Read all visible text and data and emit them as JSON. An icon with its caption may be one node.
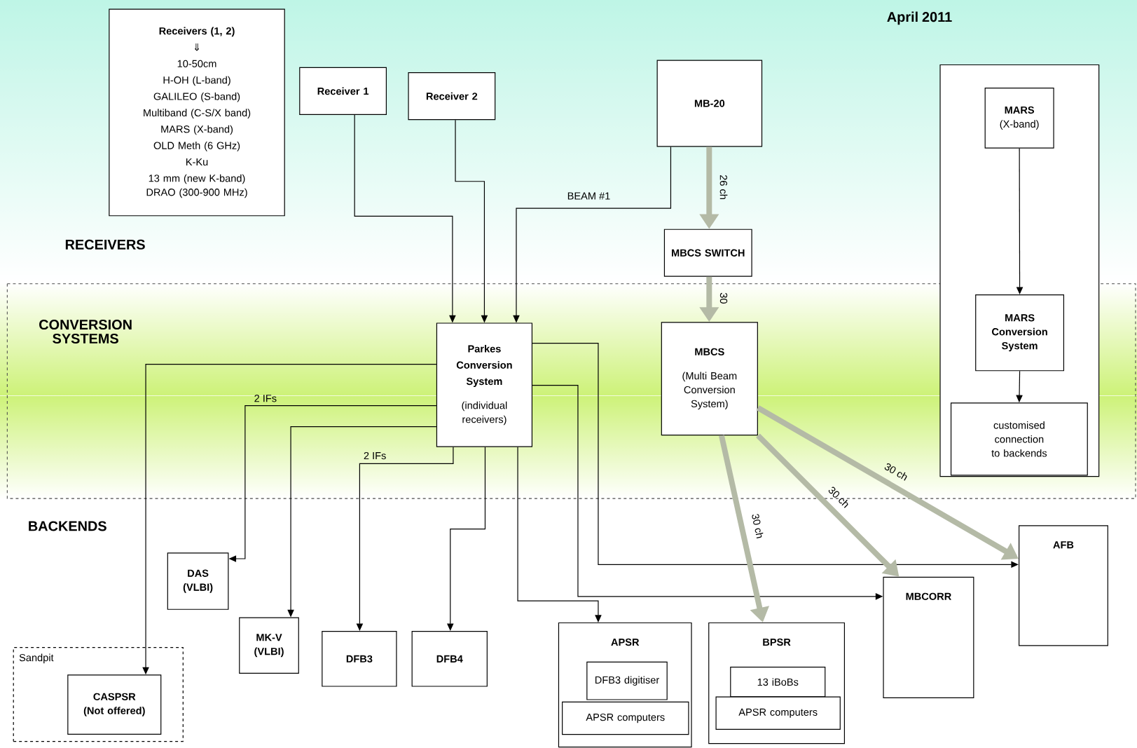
{
  "diagram": {
    "nodes": [
      {
        "text": [
          "Receivers (1, 2)",
          "⇓",
          "10-50cm",
          "H-OH (L-band)",
          "GALILEO (S-band)",
          "Multiband (C-S/X band)",
          "MARS (X-band)",
          "OLD Meth (6 GHz)",
          "K-Ku",
          "13 mm (new K-band)",
          "DRAO (300-900 MHz)"
        ]
      },
      {
        "text": [
          "Receiver 1"
        ]
      },
      {
        "text": [
          "Receiver 2"
        ]
      },
      {
        "text": [
          "MB-20"
        ]
      },
      {
        "text": [],
        "shape": "box"
      },
      {
        "text": [
          "MARS",
          "(X-band)"
        ],
        "in": 4
      },
      {
        "text": [
          "MBCS SWITCH"
        ]
      },
      {
        "text": [
          "Parkes Conversion System",
          "(individual receivers)"
        ]
      },
      {
        "text": [
          "MBCS",
          "(Multi Beam Conversion System)"
        ]
      },
      {
        "text": [
          "MARS Conversion System"
        ],
        "in": 4
      },
      {
        "text": [
          "customised connection to backends"
        ],
        "in": 4
      },
      {
        "text": [
          "DAS (VLBI)"
        ]
      },
      {
        "text": [
          "AFB"
        ]
      },
      {
        "text": [
          "MBCORR"
        ]
      },
      {
        "text": [
          "MK-V (VLBI)"
        ]
      },
      {
        "text": [
          "Sandpit"
        ]
      },
      {
        "text": [
          "CASPSR (Not offered)"
        ],
        "in": 15
      },
      {
        "text": [
          "DFB3"
        ]
      },
      {
        "text": [
          "DFB4"
        ]
      },
      {
        "text": [
          "APSR"
        ]
      },
      {
        "text": [
          "DFB3 digitiser"
        ],
        "in": 19
      },
      {
        "text": [
          "APSR computers"
        ],
        "in": 19
      },
      {
        "text": [
          "BPSR"
        ]
      },
      {
        "text": [
          "13 iBoBs"
        ],
        "in": 22
      },
      {
        "text": [
          "APSR computers"
        ],
        "in": 22
      }
    ],
    "edges": [
      {
        "from": 1,
        "to": 7,
        "arrow": "to"
      },
      {
        "from": 2,
        "to": 7,
        "arrow": "to"
      },
      {
        "from": 3,
        "to": 7,
        "arrow": "to",
        "label": "BEAM #1"
      },
      {
        "from": 3,
        "to": 6,
        "arrow": "to",
        "label": "26 ch",
        "style": "thick",
        "color": "#b4baa6"
      },
      {
        "from": 6,
        "to": 8,
        "arrow": "to",
        "label": "30",
        "style": "thick",
        "color": "#b4baa6"
      },
      {
        "from": 5,
        "to": 9,
        "arrow": "to"
      },
      {
        "from": 9,
        "to": 10,
        "arrow": "to"
      },
      {
        "from": 7,
        "to": 16,
        "arrow": "to"
      },
      {
        "from": 7,
        "to": 11,
        "arrow": "to",
        "label": "2 IFs"
      },
      {
        "from": 7,
        "to": 14,
        "arrow": "to"
      },
      {
        "from": 7,
        "to": 17,
        "arrow": "to",
        "label": "2 IFs"
      },
      {
        "from": 7,
        "to": 18,
        "arrow": "to"
      },
      {
        "from": 7,
        "to": 19,
        "arrow": "to"
      },
      {
        "from": 7,
        "to": 13,
        "arrow": "to"
      },
      {
        "from": 7,
        "to": 12,
        "arrow": "to"
      },
      {
        "from": 8,
        "to": 22,
        "arrow": "to",
        "label": "30 ch",
        "style": "thick",
        "color": "#b4baa6"
      },
      {
        "from": 8,
        "to": 13,
        "arrow": "to",
        "label": "30 ch",
        "style": "thick",
        "color": "#b4baa6"
      },
      {
        "from": 8,
        "to": 12,
        "arrow": "to",
        "label": "30 ch",
        "style": "thick",
        "color": "#b4baa6"
      }
    ],
    "labels": [
      "April 2011",
      "RECEIVERS",
      "CONVERSION SYSTEMS",
      "BACKENDS"
    ]
  }
}
